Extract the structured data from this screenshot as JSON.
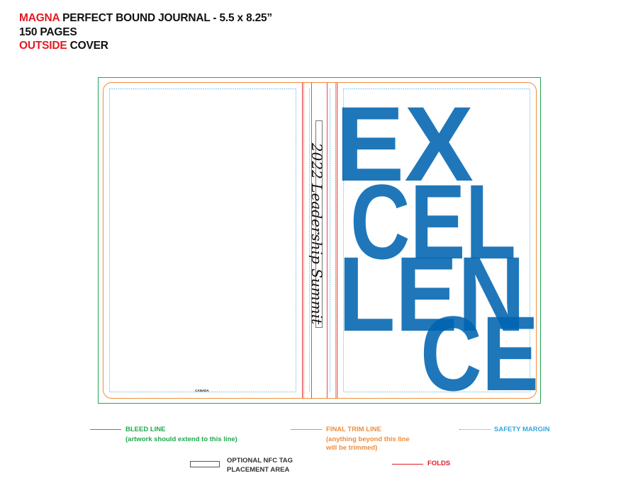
{
  "header": {
    "line1_brand": "MAGNA",
    "line1_rest": " PERFECT BOUND JOURNAL - 5.5 x 8.25”",
    "line2": "150 PAGES",
    "line3_accent": "OUTSIDE",
    "line3_rest": " COVER"
  },
  "cover": {
    "back_label": "CANADA",
    "spine_text": "2022 Leadership Summit",
    "front_words": [
      "EX",
      "CEL",
      "LEN",
      "CE"
    ]
  },
  "legend": {
    "bleed_title": "BLEED LINE",
    "bleed_note": "(artwork should extend to this line)",
    "trim_title": "FINAL TRIM LINE",
    "trim_note_1": "(anything beyond this line",
    "trim_note_2": "will be trimmed)",
    "safety_title": "SAFETY MARGIN",
    "nfc_title_1": "OPTIONAL NFC TAG",
    "nfc_title_2": "PLACEMENT AREA",
    "folds_title": "FOLDS"
  },
  "colors": {
    "bleed": "#1fa84f",
    "trim": "#f08c3c",
    "safety": "#34a7e0",
    "fold": "#e11b22",
    "brand_red": "#e11b22",
    "excellence_blue": "#0064b0",
    "overlap_blue": "#17406f"
  }
}
